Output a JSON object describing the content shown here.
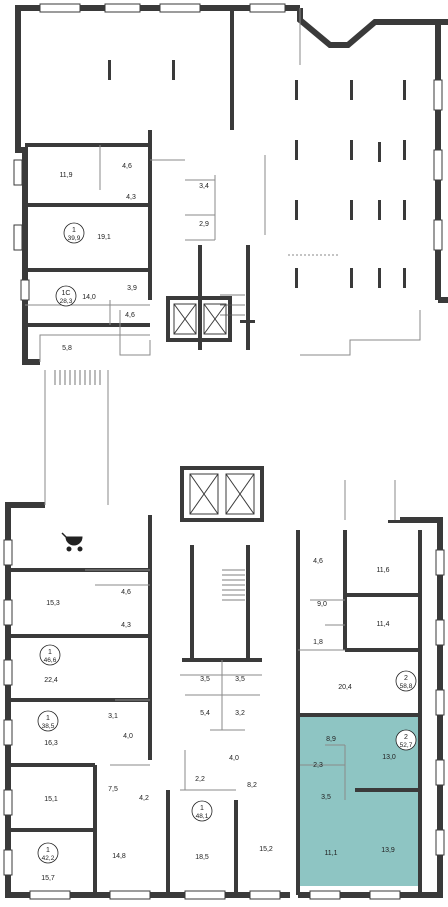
{
  "colors": {
    "wall": "#3a3a3a",
    "thin_line": "#8a8a8a",
    "highlight_fill": "#8ec5c3",
    "background": "#ffffff"
  },
  "icons": [
    "stroller-icon",
    "stairs-icon",
    "elevator-icon"
  ],
  "apartments": [
    {
      "rooms": "1",
      "area": "39,9"
    },
    {
      "rooms": "1C",
      "area": "28,3"
    },
    {
      "rooms": "1",
      "area": "46,6"
    },
    {
      "rooms": "1",
      "area": "38,5"
    },
    {
      "rooms": "1",
      "area": "42,2"
    },
    {
      "rooms": "1",
      "area": "48,1"
    },
    {
      "rooms": "2",
      "area": "58,8"
    },
    {
      "rooms": "2",
      "area": "52,7",
      "highlighted": true
    }
  ],
  "room_areas": [
    "11,9",
    "4,6",
    "4,3",
    "19,1",
    "3,4",
    "2,9",
    "14,0",
    "3,9",
    "4,6",
    "5,8",
    "15,3",
    "4,6",
    "4,3",
    "22,4",
    "3,1",
    "4,0",
    "16,3",
    "15,1",
    "7,5",
    "4,2",
    "15,7",
    "14,8",
    "18,5",
    "2,2",
    "4,0",
    "8,2",
    "15,2",
    "3,5",
    "3,5",
    "5,4",
    "3,2",
    "4,6",
    "11,6",
    "9,0",
    "11,4",
    "1,8",
    "20,4",
    "8,9",
    "13,0",
    "2,3",
    "3,5",
    "11,1",
    "13,9"
  ]
}
